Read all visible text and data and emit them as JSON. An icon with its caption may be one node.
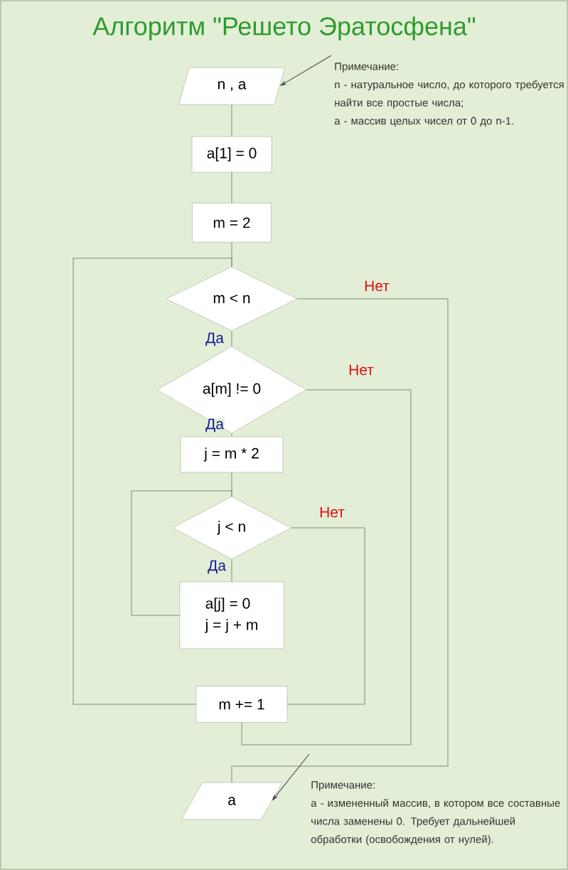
{
  "diagram": {
    "title": "Алгоритм \"Решето Эратосфена\"",
    "nodes": [
      {
        "text": [
          "n , a"
        ]
      },
      {
        "text": [
          "Примечание:",
          "n - натуральное число, до которого требуется найти все простые числа;",
          "a - массив целых чисел от 0 до n-1."
        ]
      },
      {
        "text": [
          "a[1] = 0"
        ]
      },
      {
        "text": [
          "m = 2"
        ]
      },
      {
        "text": [
          "m < n"
        ]
      },
      {
        "text": [
          "a[m] != 0"
        ]
      },
      {
        "text": [
          "j = m * 2"
        ]
      },
      {
        "text": [
          "j < n"
        ]
      },
      {
        "text": [
          "a[j] = 0",
          "j = j + m"
        ]
      },
      {
        "text": [
          "m += 1"
        ]
      },
      {
        "text": [
          "a"
        ]
      },
      {
        "text": [
          "Примечание:",
          "a - измененный массив, в котором все составные числа заменены 0. Требует дальнейшей обработки (освобождения от нулей)."
        ]
      }
    ],
    "edges": [
      {
        "from": 1,
        "to": 0,
        "arrow": "to"
      },
      {
        "from": 0,
        "to": 2,
        "arrow": "none"
      },
      {
        "from": 2,
        "to": 3,
        "arrow": "none"
      },
      {
        "from": 3,
        "to": 4,
        "arrow": "none"
      },
      {
        "from": 4,
        "to": 5,
        "arrow": "none",
        "label": "Да"
      },
      {
        "from": 5,
        "to": 6,
        "arrow": "none",
        "label": "Да"
      },
      {
        "from": 6,
        "to": 7,
        "arrow": "none"
      },
      {
        "from": 7,
        "to": 8,
        "arrow": "none",
        "label": "Да"
      },
      {
        "from": 8,
        "to": 7,
        "arrow": "none"
      },
      {
        "from": 7,
        "to": 9,
        "arrow": "none",
        "label": "Нет"
      },
      {
        "from": 5,
        "to": 9,
        "arrow": "none",
        "label": "Нет"
      },
      {
        "from": 9,
        "to": 4,
        "arrow": "none"
      },
      {
        "from": 4,
        "to": 10,
        "arrow": "none",
        "label": "Нет"
      },
      {
        "from": 11,
        "to": 10,
        "arrow": "to"
      }
    ]
  }
}
